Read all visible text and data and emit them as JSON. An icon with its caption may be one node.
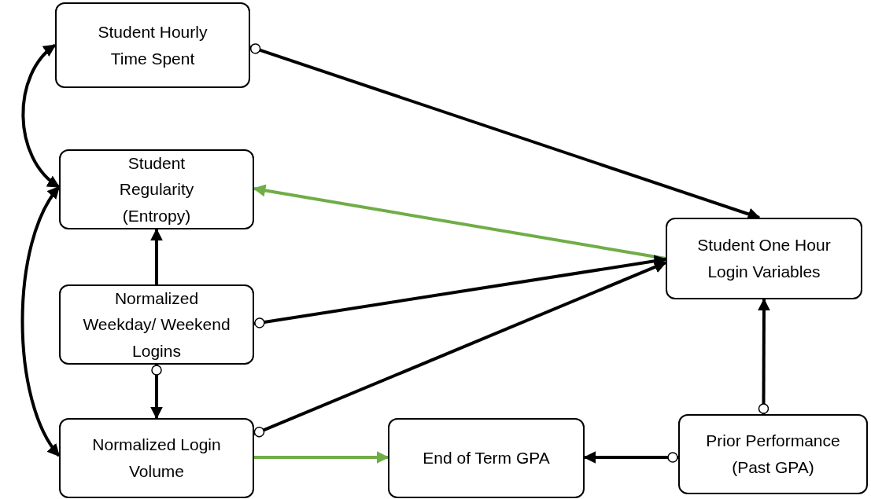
{
  "diagram": {
    "nodes": [
      {
        "text": [
          "Student Hourly Time Spent"
        ]
      },
      {
        "text": [
          "Student Regularity (Entropy)"
        ]
      },
      {
        "text": [
          "Normalized Weekday/ Weekend Logins"
        ]
      },
      {
        "text": [
          "Normalized Login Volume"
        ]
      },
      {
        "text": [
          "End of Term GPA"
        ]
      },
      {
        "text": [
          "Student One Hour Login Variables"
        ]
      },
      {
        "text": [
          "Prior Performance (Past GPA)"
        ]
      }
    ],
    "edges": [
      {
        "from": 0,
        "to": 5,
        "arrow": "to"
      },
      {
        "from": 1,
        "to": 0,
        "arrow": "both"
      },
      {
        "from": 1,
        "to": 3,
        "arrow": "both"
      },
      {
        "from": 5,
        "to": 1,
        "arrow": "to",
        "color": "#70ad47"
      },
      {
        "from": 2,
        "to": 1,
        "arrow": "to"
      },
      {
        "from": 2,
        "to": 5,
        "arrow": "to"
      },
      {
        "from": 2,
        "to": 3,
        "arrow": "to"
      },
      {
        "from": 3,
        "to": 5,
        "arrow": "to"
      },
      {
        "from": 3,
        "to": 4,
        "arrow": "to",
        "color": "#70ad47"
      },
      {
        "from": 6,
        "to": 4,
        "arrow": "to"
      },
      {
        "from": 6,
        "to": 5,
        "arrow": "to"
      }
    ]
  }
}
